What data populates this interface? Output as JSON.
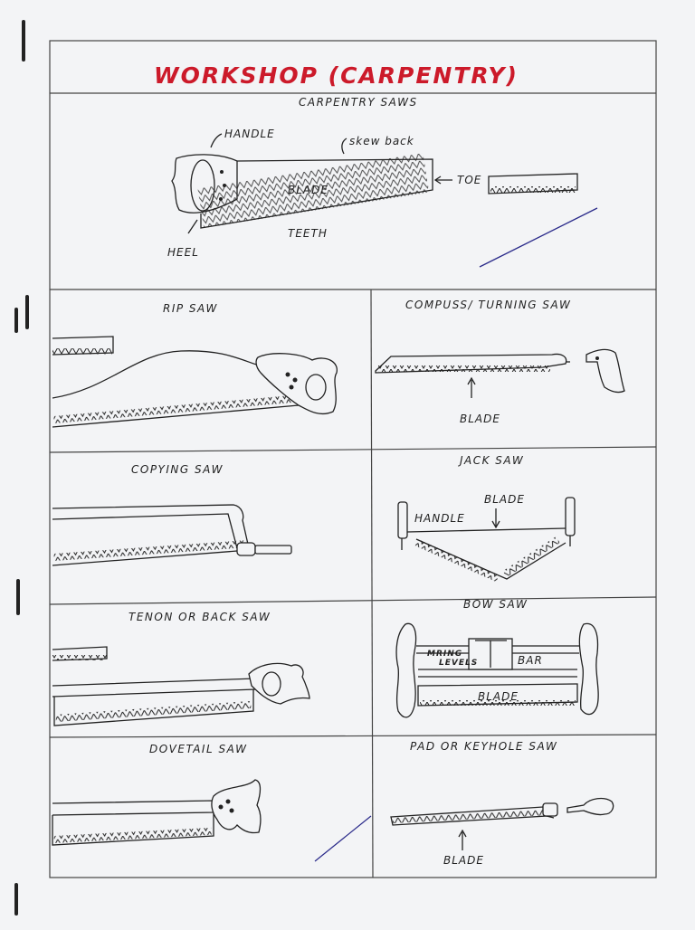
{
  "title": "WORKSHOP (CARPENTRY)",
  "colors": {
    "title": "#cc1a2a",
    "ink": "#222222",
    "pen_stroke": "#2a2a8a",
    "paper": "#f3f4f6"
  },
  "top_panel": {
    "heading": "CARPENTRY SAWS",
    "labels": {
      "handle": "HANDLE",
      "skew_back": "skew back",
      "blade": "BLADE",
      "toe": "TOE",
      "teeth": "TEETH",
      "heel": "HEEL"
    }
  },
  "panels": {
    "rip_saw": {
      "title": "RIP SAW"
    },
    "compass_saw": {
      "title": "COMPUSS/ TURNING SAW",
      "blade_label": "BLADE"
    },
    "copying_saw": {
      "title": "COPYING  SAW"
    },
    "jack_saw": {
      "title": "JACK SAW",
      "handle_label": "HANDLE",
      "blade_label": "BLADE"
    },
    "tenon_saw": {
      "title": "TENON OR BACK SAW"
    },
    "bow_saw": {
      "title": "BOW SAW",
      "levels_label_1": "MRING",
      "levels_label_2": "LEVELS",
      "bar_label": "BAR",
      "blade_label": "BLADE"
    },
    "dovetail_saw": {
      "title": "DOVETAIL SAW"
    },
    "keyhole_saw": {
      "title": "PAD  OR  KEYHOLE  SAW",
      "blade_label": "BLADE"
    }
  }
}
